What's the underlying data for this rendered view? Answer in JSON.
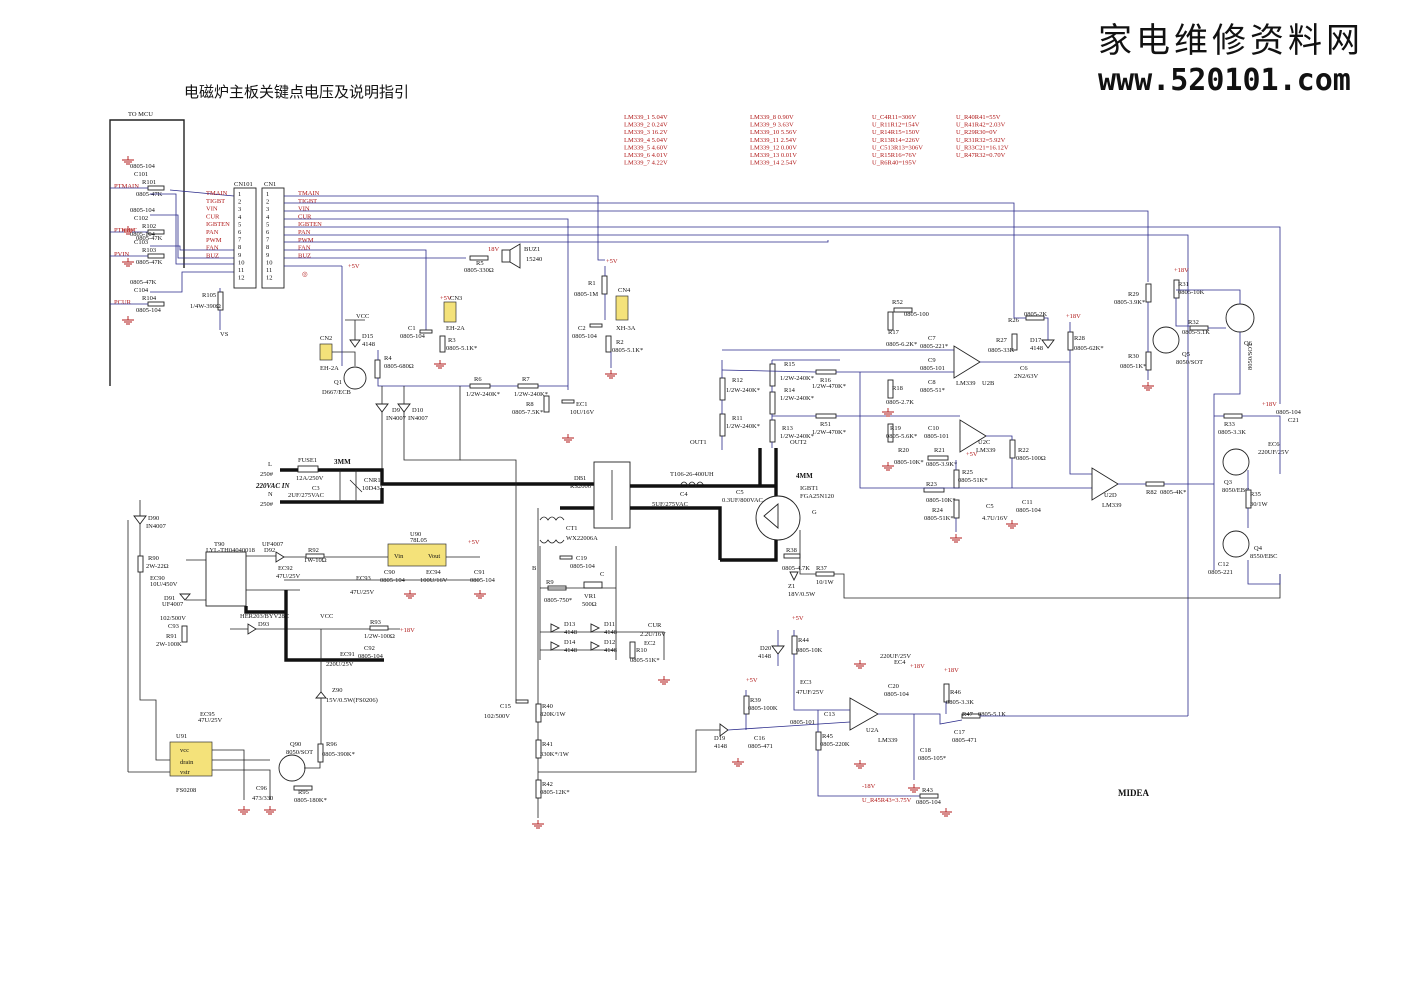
{
  "brand": {
    "site_name": "家电维修资料网",
    "url": "www.520101.com"
  },
  "title": "电磁炉主板关键点电压及说明指引",
  "mcu_label": "TO MCU",
  "maker_label": "MIDEA",
  "voltage_table": {
    "col1": [
      "LM339_1    5.04V",
      "LM339_2    0.24V",
      "LM339_3    16.2V",
      "LM339_4    5.04V",
      "LM339_5    4.60V",
      "LM339_6    4.01V",
      "LM339_7    4.22V"
    ],
    "col2": [
      "LM339_8    0.90V",
      "LM339_9    3.63V",
      "LM339_10   5.56V",
      "LM339_11   2.54V",
      "LM339_12   0.00V",
      "LM339_13   0.01V",
      "LM339_14   2.54V"
    ],
    "col3": [
      "U_C4R11=306V",
      "U_R11R12=154V",
      "U_R14R15=150V",
      "U_R13R14=226V",
      "U_C513R13=306V",
      "U_R15R16=76V",
      "U_R6R40=195V"
    ],
    "col4": [
      "U_R40R41=55V",
      "U_R41R42=2.03V",
      "U_R29R30=0V",
      "U_R31R32=5.92V",
      "U_R33C21=16.12V",
      "U_R47R32=0.70V"
    ]
  },
  "connector": {
    "cn101": "CN101",
    "cn1": "CN1",
    "signals": [
      "TMAIN",
      "TIGBT",
      "VIN",
      "CUR",
      "IGBTEN",
      "PAN",
      "PWM",
      "FAN",
      "BUZ"
    ],
    "pins": [
      "1",
      "2",
      "3",
      "4",
      "5",
      "6",
      "7",
      "8",
      "9",
      "10",
      "11",
      "12"
    ]
  },
  "left_inputs": [
    {
      "label": "PTMAIN",
      "res": "R101",
      "cap": "C101",
      "top": "0805-104",
      "bottom": "0805-47K"
    },
    {
      "label": "PTIGBT",
      "res": "R102",
      "cap": "C102",
      "top": "0805-104",
      "bottom": "0805-47K"
    },
    {
      "label": "PVIN",
      "res": "R103",
      "cap": "C103",
      "top": "0805-104",
      "bottom": "0805-47K"
    },
    {
      "label": "PCUR",
      "res": "R104",
      "cap": "C104",
      "top": "0805-47K",
      "bottom": "0805-104"
    }
  ],
  "labels": {
    "r105": "R105",
    "r105v": "1/4W-390Ω",
    "vs": "VS",
    "cn2": "CN2",
    "cn2v": "EH-2A",
    "vcc": "VCC",
    "d15": "D15",
    "d15v": "4148",
    "r4": "R4",
    "r4v": "0805-680Ω",
    "q1": "Q1",
    "q1v": "D667/ECB",
    "c1": "C1",
    "c1v": "0805-104",
    "cn3": "CN3",
    "cn3v": "EH-2A",
    "r3": "R3",
    "r3v": "0805-5.1K*",
    "p5v": "+5V",
    "buz": "BUZ1",
    "buzv": "15240",
    "r5": "R5",
    "r5v": "0805-330Ω",
    "p18v": "18V",
    "r1": "R1",
    "r1v": "0805-1M",
    "cn4": "CN4",
    "cn4v": "XH-3A",
    "c2": "C2",
    "c2v": "0805-104",
    "r2": "R2",
    "r2v": "0805-5.1K*",
    "r6": "R6",
    "r6v": "1/2W-240K*",
    "r7": "R7",
    "r7v": "1/2W-240K*",
    "r8": "R8",
    "r8v": "0805-7.5K*",
    "ec1": "EC1",
    "ec1v": "10U/16V",
    "d9": "D9",
    "d10": "D10",
    "d9v": "IN4007",
    "d10v": "IN4007",
    "fuse": "FUSE1",
    "fusev": "12A/250V",
    "mm3": "3MM",
    "l": "L",
    "n": "N",
    "v250": "250#",
    "ac": "220VAC IN",
    "c3": "C3",
    "c3v": "2UF/275VAC",
    "cnr": "CNR1",
    "cnrv": "10D431",
    "db1": "DB1",
    "db1v": "RS2006",
    "ct1": "CT1",
    "ct1v": "WX22006A",
    "t106": "T106-26-400UH",
    "c4": "C4",
    "c4v": "5UF/275VAC",
    "c5": "C5",
    "c5v": "0.3UF/800VAC",
    "mm4": "4MM",
    "igbt": "IGBT1",
    "igbtv": "FGA25N120",
    "g": "G",
    "r38": "R38",
    "r38v": "0805-4.7K",
    "r37": "R37",
    "r37v": "10/1W",
    "z1": "Z1",
    "z1v": "18V/0.5W",
    "c19": "C19",
    "c19v": "0805-104",
    "r9": "R9",
    "r9v": "0805-750*",
    "vr1": "VR1",
    "vr1v": "500Ω",
    "b": "B",
    "c": "C",
    "d13": "D13",
    "d11": "D11",
    "d14": "D14",
    "d12": "D12",
    "d4148": "4148",
    "cur": "CUR",
    "ec2": "EC2",
    "ec2v": "2.2U/16V",
    "r10": "R10",
    "r10v": "0805-51K*",
    "c15": "C15",
    "c15v": "102/500V",
    "r40": "R40",
    "r40v": "820K/1W",
    "r41": "R41",
    "r41v": "330K*/1W",
    "r42": "R42",
    "r42v": "0805-12K*",
    "out1": "OUT1",
    "out2": "OUT2",
    "r12": "R12",
    "r12v": "1/2W-240K*",
    "r11": "R11",
    "r11v": "1/2W-240K*",
    "r15": "R15",
    "r15v": "1/2W-240K*",
    "r14": "R14",
    "r14v": "1/2W-240K*",
    "r13": "R13",
    "r13v": "1/2W-240K*",
    "r16": "R16",
    "r16v": "1/2W-470K*",
    "r51": "R51",
    "r51v": "1/2W-470K*",
    "r52": "R52",
    "r52v": "0805-100",
    "r17": "R17",
    "r17v": "0805-6.2K*",
    "c7": "C7",
    "c7v": "0805-221*",
    "c9": "C9",
    "c9v": "0805-101",
    "r18": "R18",
    "r18v": "0805-2.7K",
    "c8": "C8",
    "c8v": "0805-51*",
    "u2b": "U2B",
    "lm339": "LM339",
    "r26": "R26",
    "r26v": "0805-2K",
    "r27": "R27",
    "r27v": "0805-33K",
    "d17": "D17",
    "d17v": "4148",
    "c6": "C6",
    "c6v": "2N2/63V",
    "r28": "R28",
    "r28v": "0805-62K*",
    "r19": "R19",
    "r19v": "0805-5.6K*",
    "c10": "C10",
    "c10v": "0805-101",
    "r20": "R20",
    "r20v": "0805-10K*",
    "r21": "R21",
    "r21v": "0805-3.9K*",
    "u2c": "U2C",
    "r22": "R22",
    "r22v": "0805-100Ω",
    "r25": "R25",
    "r25v": "0805-51K*",
    "r23": "R23",
    "r23v": "0805-10K*",
    "r24": "R24",
    "r24v": "0805-51K*",
    "c5b": "C5",
    "c5bv": "4.7U/16V",
    "c11": "C11",
    "c11v": "0805-104",
    "u2d": "U2D",
    "r82": "R82",
    "r82v": "0805-4K*",
    "r29": "R29",
    "r29v": "0805-3.9K*",
    "r30": "R30",
    "r30v": "0805-1K*",
    "r31": "R31",
    "r31v": "0805-10K",
    "q5": "Q5",
    "q5v": "8050/SOT",
    "r32": "R32",
    "r32v": "0805-5.1K",
    "q6": "Q6",
    "q6v": "8050/SOT",
    "r33": "R33",
    "r33v": "0805-3.3K",
    "ec6": "EC6",
    "ec6v": "220UF/25V",
    "c21": "C21",
    "c21v": "0805-104",
    "q3": "Q3",
    "q3v": "8050/EBC",
    "r35": "R35",
    "r35v": "30/1W",
    "q4": "Q4",
    "q4v": "8550/EBC",
    "c12": "C12",
    "c12v": "0805-221",
    "r90": "R90",
    "r90v": "2W-22Ω",
    "d90": "D90",
    "d90v": "IN4007",
    "ec90": "EC90",
    "ec90v": "10U/450V",
    "d91": "D91",
    "d91v": "UF4007",
    "c93": "C93",
    "c93v": "102/500V",
    "r91": "R91",
    "r91v": "2W-100K",
    "t90": "T90",
    "t90v": "LYL-TH04040018",
    "d92": "D92",
    "d92v": "UF4007",
    "r92": "R92",
    "r92v": "1W-10Ω",
    "ec92": "EC92",
    "ec92v": "47U/25V",
    "u90": "U90",
    "u90v": "78L05",
    "vin": "Vin",
    "vout": "Vout",
    "ec93": "EC93",
    "ec93v": "47U/25V",
    "c90": "C90",
    "c90v": "0805-104",
    "ec94": "EC94",
    "ec94v": "100U/16V",
    "c91": "C91",
    "c91v": "0805-104",
    "d93": "D93",
    "d93v": "HER203/BYV28C",
    "r93": "R93",
    "r93v": "1/2W-100Ω",
    "ec91": "EC91",
    "ec91v": "220U/25V",
    "c92": "C92",
    "c92v": "0805-104",
    "z90": "Z90",
    "z90v": "15V/0.5W(FS0206)",
    "ec95": "EC95",
    "ec95v": "47U/25V",
    "u91": "U91",
    "u91v": "FS0208",
    "pvcc": "vcc",
    "pdrain": "drain",
    "pvstr": "vstr",
    "c96": "C96",
    "c96v": "473/330",
    "q90": "Q90",
    "q90v": "8050/SOT",
    "r96": "R96",
    "r96v": "0805-390K*",
    "r95": "R95",
    "r95v": "0805-180K*",
    "d20": "D20",
    "d20v": "4148",
    "r44": "R44",
    "r44v": "0805-10K",
    "ec3": "EC3",
    "ec3v": "47UF/25V",
    "c13": "C13",
    "c13v": "0805-101",
    "r39": "R39",
    "r39v": "0805-100K",
    "d19": "D19",
    "d19v": "4148",
    "c16": "C16",
    "c16v": "0805-471",
    "r45": "R45",
    "r45v": "0805-220K",
    "u2a": "U2A",
    "ec4": "EC4",
    "ec4v": "220UF/25V",
    "c20": "C20",
    "c20v": "0805-104",
    "r46": "R46",
    "r46v": "0805-3.3K",
    "r47": "R47",
    "r47v": "0805-5.1K",
    "c17": "C17",
    "c17v": "0805-471",
    "c18": "C18",
    "c18v": "0805-105*",
    "r43": "R43",
    "r43v": "0805-104",
    "u_r45r43": "U_R45R43=3.75V",
    "m18v": "-18V",
    "p18vb": "+18V"
  }
}
